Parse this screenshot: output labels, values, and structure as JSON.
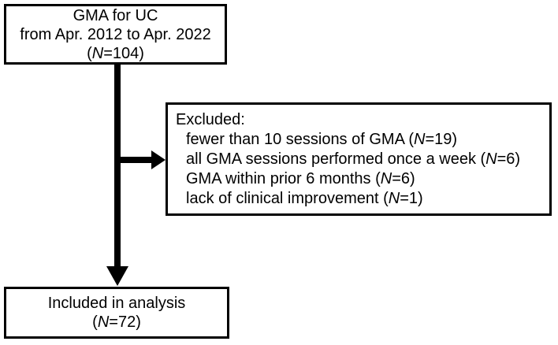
{
  "colors": {
    "line": "#000000",
    "text": "#000000",
    "background": "#ffffff"
  },
  "boxes": {
    "enrollment": {
      "lines": [
        {
          "pre": "GMA for UC",
          "n": "",
          "post": ""
        },
        {
          "pre": "from Apr. 2012 to Apr. 2022",
          "n": "",
          "post": ""
        },
        {
          "pre": "(",
          "n": "N",
          "post": "=104)"
        }
      ]
    },
    "excluded": {
      "header": {
        "pre": "Excluded:",
        "n": "",
        "post": ""
      },
      "items": [
        {
          "pre": "fewer than 10 sessions of GMA (",
          "n": "N",
          "post": "=19)"
        },
        {
          "pre": "all GMA sessions performed once a week (",
          "n": "N",
          "post": "=6)"
        },
        {
          "pre": "GMA within prior 6 months (",
          "n": "N",
          "post": "=6)"
        },
        {
          "pre": "lack of clinical improvement (",
          "n": "N",
          "post": "=1)"
        }
      ]
    },
    "included": {
      "lines": [
        {
          "pre": "Included in analysis",
          "n": "",
          "post": ""
        },
        {
          "pre": "(",
          "n": "N",
          "post": "=72)"
        }
      ]
    }
  }
}
